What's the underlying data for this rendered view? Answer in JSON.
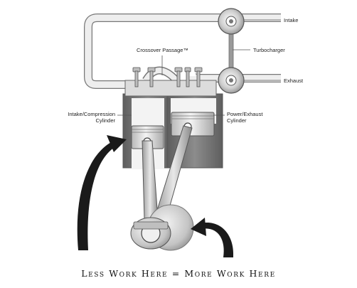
{
  "labels": {
    "intake": "Intake",
    "turbocharger": "Turbocharger",
    "exhaust": "Exhaust",
    "crossover": "Crossover Passage™",
    "intake_cyl_line1": "Intake/Compression",
    "intake_cyl_line2": "Cylinder",
    "power_cyl_line1": "Power/Exhaust",
    "power_cyl_line2": "Cylinder"
  },
  "caption": "Less Work Here = More Work Here",
  "colors": {
    "pipe_fill": "#eeeeee",
    "pipe_stroke": "#777777",
    "cylinder_block": "#7a7a7a",
    "piston": "#d9d9d9",
    "arrow": "#1a1a1a"
  }
}
